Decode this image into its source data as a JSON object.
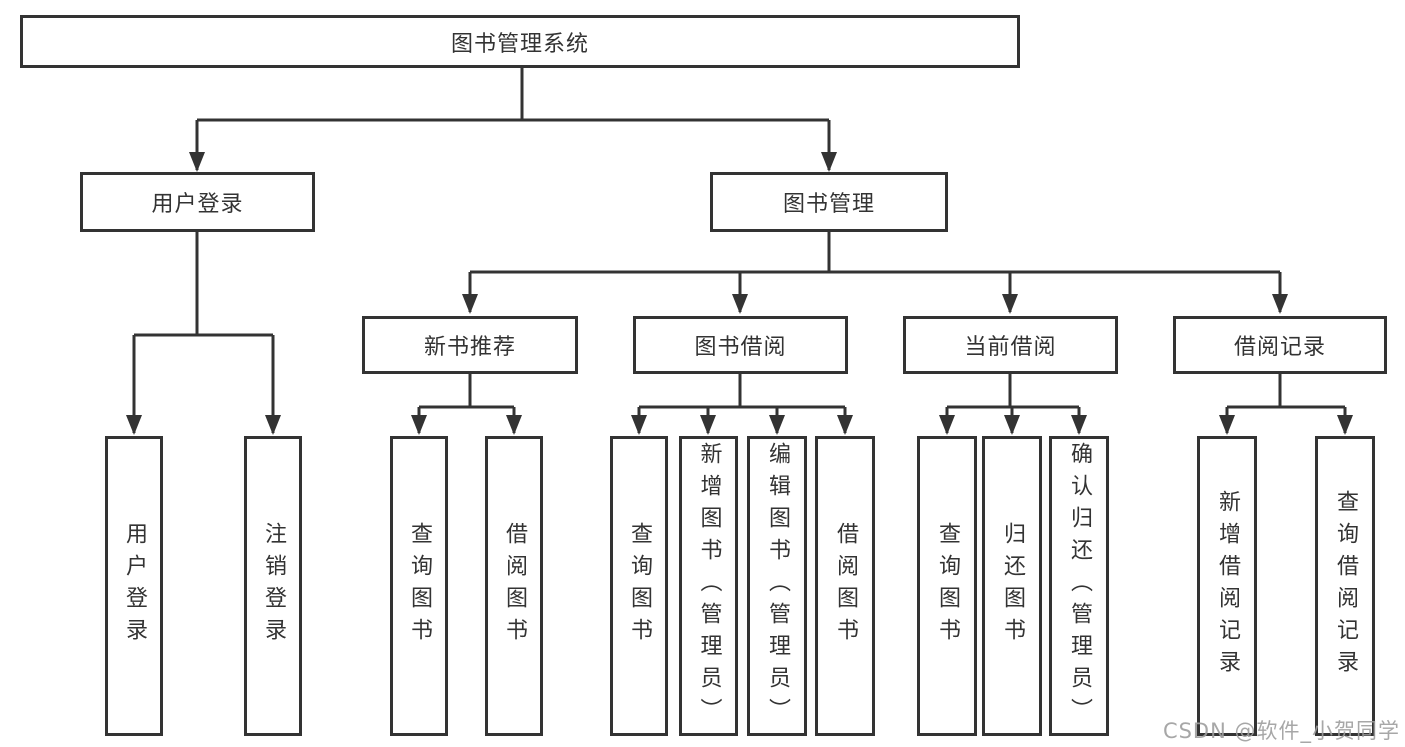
{
  "colors": {
    "border": "#333333",
    "line": "#333333",
    "text": "#333333",
    "background": "#ffffff",
    "watermark": "#9e9e9e"
  },
  "watermark": {
    "text": "CSDN @软件_小贺同学"
  },
  "diagram": {
    "type": "tree",
    "root": {
      "label": "图书管理系统",
      "children": [
        {
          "label": "用户登录",
          "children": [
            {
              "label": "用户登录"
            },
            {
              "label": "注销登录"
            }
          ]
        },
        {
          "label": "图书管理",
          "children": [
            {
              "label": "新书推荐",
              "children": [
                {
                  "label": "查询图书"
                },
                {
                  "label": "借阅图书"
                }
              ]
            },
            {
              "label": "图书借阅",
              "children": [
                {
                  "label": "查询图书"
                },
                {
                  "label": "新增图书（管理员）"
                },
                {
                  "label": "编辑图书（管理员）"
                },
                {
                  "label": "借阅图书"
                }
              ]
            },
            {
              "label": "当前借阅",
              "children": [
                {
                  "label": "查询图书"
                },
                {
                  "label": "归还图书"
                },
                {
                  "label": "确认归还（管理员）"
                }
              ]
            },
            {
              "label": "借阅记录",
              "children": [
                {
                  "label": "新增借阅记录"
                },
                {
                  "label": "查询借阅记录"
                }
              ]
            }
          ]
        }
      ]
    }
  }
}
